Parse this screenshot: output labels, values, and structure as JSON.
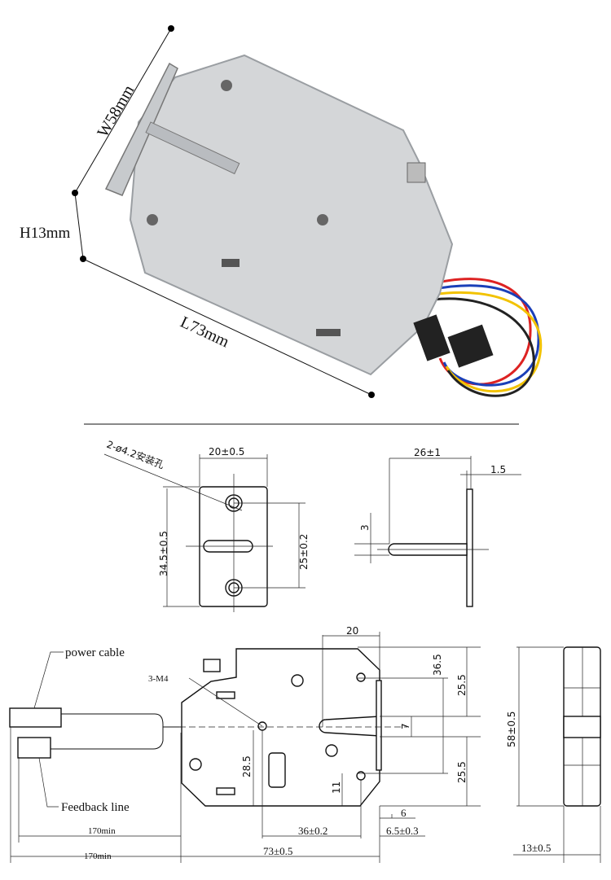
{
  "photo": {
    "width_label": "W58mm",
    "height_label": "H13mm",
    "length_label": "L73mm",
    "wire_colors": [
      "#d22",
      "#1a3fb8",
      "#f2c200",
      "#222"
    ]
  },
  "strike_front": {
    "hole_note": "2-ø4.2安装孔",
    "width": "20±0.5",
    "height": "34.5±0.5",
    "hole_pitch": "25±0.2"
  },
  "strike_side": {
    "length": "26±1",
    "thickness": "1.5",
    "pin": "3"
  },
  "lock_drawing": {
    "power_cable": "power cable",
    "feedback_line": "Feedback line",
    "screw_note": "3-M4",
    "dim_20": "20",
    "dim_36_5": "36.5",
    "dim_25_5_top": "25.5",
    "dim_25_5_bottom": "25.5",
    "dim_7": "7",
    "dim_28_5": "28.5",
    "dim_11": "11",
    "dim_6": "6",
    "dim_36": "36±0.2",
    "dim_6_5": "6.5±0.3",
    "dim_73": "73±0.5",
    "cable_1": "170min",
    "cable_2": "170min",
    "height": "58±0.5",
    "depth": "13±0.5"
  }
}
